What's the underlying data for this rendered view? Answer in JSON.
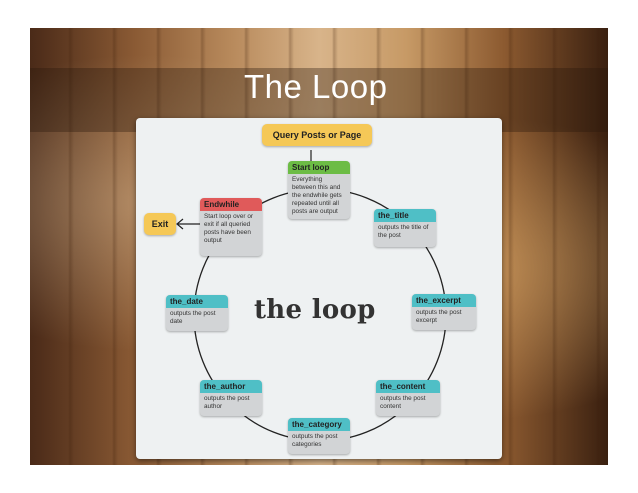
{
  "slide": {
    "title": "The Loop"
  },
  "diagram": {
    "center": "the loop",
    "query": "Query Posts or Page",
    "exit": "Exit",
    "start": {
      "title": "Start loop",
      "desc": "Everything between this and the endwhile gets repeated until all posts are output"
    },
    "endwhile": {
      "title": "Endwhile",
      "desc": "Start loop over or exit if all queried posts have been output"
    },
    "the_title": {
      "title": "the_title",
      "desc": "outputs the title of the post"
    },
    "the_excerpt": {
      "title": "the_excerpt",
      "desc": "outputs the post excerpt"
    },
    "the_content": {
      "title": "the_content",
      "desc": "outputs the post content"
    },
    "the_category": {
      "title": "the_category",
      "desc": "outputs the post categories"
    },
    "the_author": {
      "title": "the_author",
      "desc": "outputs the post author"
    },
    "the_date": {
      "title": "the_date",
      "desc": "outputs the post date"
    },
    "colors": {
      "teal": "#4fbfc6",
      "green": "#6cbc45",
      "red": "#e05a5a",
      "yellow": "#f5c857"
    }
  }
}
